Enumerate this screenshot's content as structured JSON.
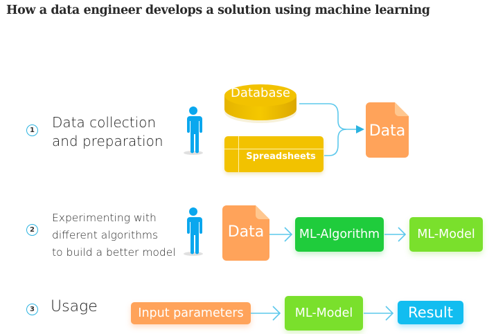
{
  "title": "How a data engineer develops a solution using machine learning",
  "colors": {
    "accent_blue": "#12bdf0",
    "person_blue": "#0aa7ee",
    "database_yellow": "#f2c200",
    "data_orange": "#ffa35a",
    "algorithm_green": "#1fcc3c",
    "model_green": "#7ae02c",
    "arrow_blue": "#5cc8ec"
  },
  "steps": [
    {
      "number": "1",
      "label_lines": [
        "Data collection",
        "and preparation"
      ],
      "sources": [
        "Database",
        "Spreadsheets"
      ],
      "target": "Data"
    },
    {
      "number": "2",
      "label_lines": [
        "Experimenting with",
        "different algorithms",
        "to build a better model"
      ],
      "flow": [
        "Data",
        "ML-Algorithm",
        "ML-Model"
      ]
    },
    {
      "number": "3",
      "label_lines": [
        "Usage"
      ],
      "flow": [
        "Input parameters",
        "ML-Model",
        "Result"
      ]
    }
  ]
}
